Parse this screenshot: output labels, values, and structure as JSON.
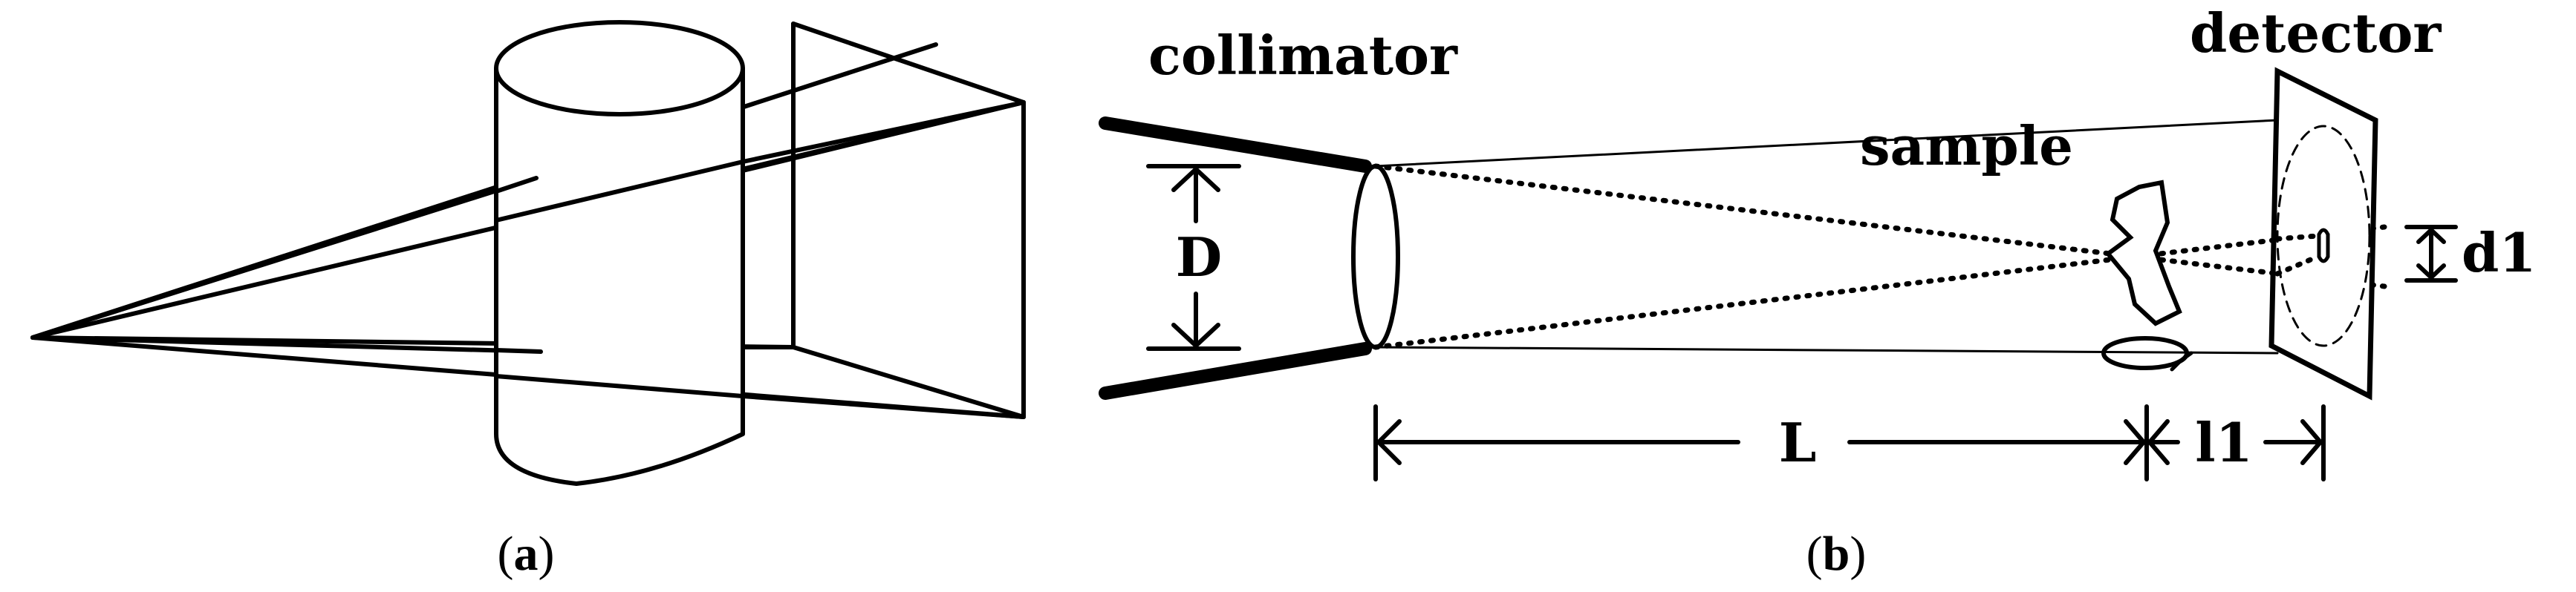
{
  "panel_a": {
    "caption_open": "(",
    "caption_letter": "a",
    "caption_close": ")"
  },
  "panel_b": {
    "caption_open": "(",
    "caption_letter": "b",
    "caption_close": ")",
    "labels": {
      "collimator": "collimator",
      "detector": "detector",
      "sample": "sample",
      "D": "D",
      "L": "L",
      "l1": "l1",
      "d1": "d1"
    }
  },
  "colors": {
    "ink": "#000000",
    "background": "#ffffff"
  }
}
